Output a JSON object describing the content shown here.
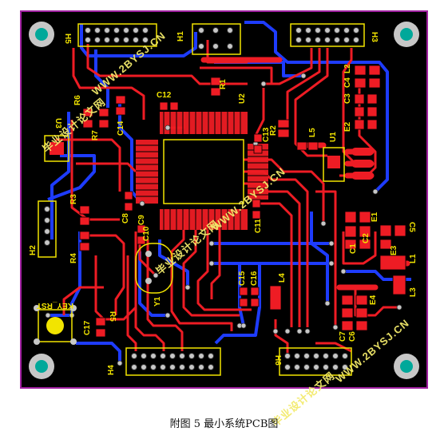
{
  "figure": {
    "caption": "附图 5  最小系统PCB图"
  },
  "colors": {
    "board": "#000000",
    "border": "#a020a0",
    "top_trace": "#ee1c24",
    "bottom_trace": "#1e3cff",
    "silk": "#f2e400",
    "mount_hole": "#00a89a",
    "pad_via": "#c7c7c7"
  },
  "headers": {
    "H1": "H1",
    "H2": "H2",
    "H3": "H3",
    "H4": "H4",
    "H5": "H5",
    "H6": "H6"
  },
  "components": {
    "R1": "R1",
    "R2": "R2",
    "R3": "R3",
    "R4": "R4",
    "R5": "R5",
    "R6": "R6",
    "R7": "R7",
    "C1": "C1",
    "C2": "C2",
    "C3": "C3",
    "C4": "C4",
    "C5": "C5",
    "C6": "C6",
    "C7": "C7",
    "C8": "C8",
    "C9": "C9",
    "C10": "C10",
    "C11": "C11",
    "C12": "C12",
    "C13": "C13",
    "C14": "C14",
    "C15": "C15",
    "C16": "C16",
    "C17": "C17",
    "E1": "E1",
    "E2": "E2",
    "E3": "E3",
    "E4": "E4",
    "L1": "L1",
    "L2": "L2",
    "L3": "L3",
    "L4": "L4",
    "L5": "L5",
    "U1": "U1",
    "U2": "U2",
    "U3": "U3",
    "Y1": "Y1",
    "KEY_RST": "KEY_RST"
  },
  "watermarks": {
    "url": "WWW.2BYSJ.CN",
    "brand": "毕业设计论文网"
  }
}
